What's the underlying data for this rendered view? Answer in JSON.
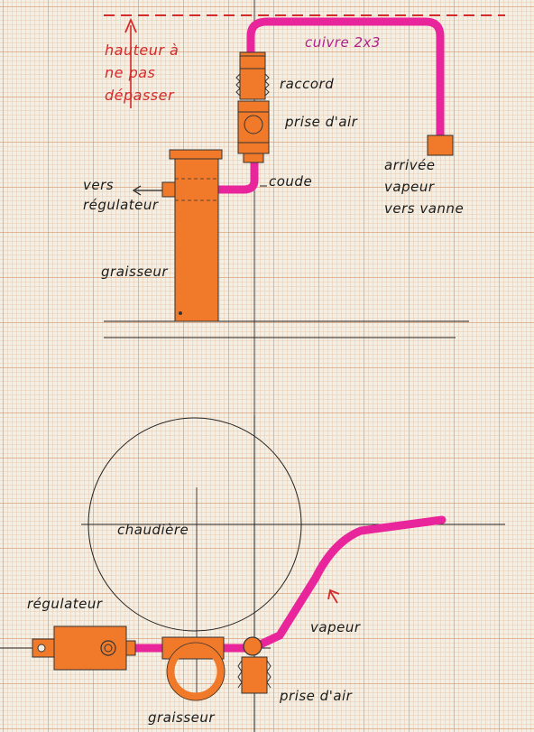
{
  "labels": {
    "hauteur_line1": "hauteur à",
    "hauteur_line2": "ne pas",
    "hauteur_line3": "dépasser",
    "cuivre": "cuivre 2x3",
    "raccord": "raccord",
    "prise_air_top": "prise d'air",
    "coude": "coude",
    "vers_line1": "vers",
    "vers_line2": "régulateur",
    "arrivee_line1": "arrivée",
    "arrivee_line2": "vapeur",
    "arrivee_line3": "vers vanne",
    "graisseur_top": "graisseur",
    "chaudiere": "chaudière",
    "regulateur": "régulateur",
    "vapeur": "vapeur",
    "prise_air_bottom": "prise d'air",
    "graisseur_bottom": "graisseur"
  },
  "colors": {
    "pipe": "#e8259a",
    "fitting": "#f07a2a",
    "ink": "#1a1a1a",
    "red_ink": "#d42a2a",
    "grid": "#d6966e"
  }
}
